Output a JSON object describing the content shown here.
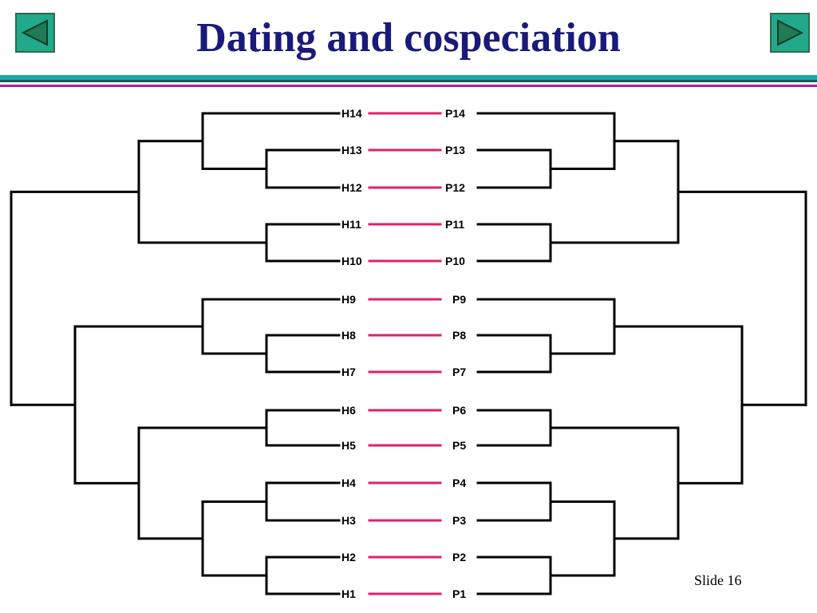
{
  "title": "Dating and cospeciation",
  "slide_label": "Slide 16",
  "nav": {
    "prev_icon": "triangle-left-icon",
    "next_icon": "triangle-right-icon"
  },
  "colors": {
    "title": "#1a1a7a",
    "rule_teal": "#1aa7a7",
    "rule_dark": "#145a5a",
    "rule_magenta": "#b0209a",
    "link": "#e0206a",
    "tree": "#000000",
    "button_fill": "#22a88a"
  },
  "hosts": [
    "H14",
    "H13",
    "H12",
    "H11",
    "H10",
    "H9",
    "H8",
    "H7",
    "H6",
    "H5",
    "H4",
    "H3",
    "H2",
    "H1"
  ],
  "parasites": [
    "P14",
    "P13",
    "P12",
    "P11",
    "P10",
    "P9",
    "P8",
    "P7",
    "P6",
    "P5",
    "P4",
    "P3",
    "P2",
    "P1"
  ],
  "host_tree": [
    "H14",
    [
      "H13",
      "H12"
    ],
    [
      "H11",
      "H10"
    ],
    "H9",
    [
      "H8",
      "H7"
    ],
    [
      "H6",
      "H5"
    ],
    [
      "H4",
      "H3"
    ],
    [
      "H2",
      "H1"
    ]
  ],
  "parasite_tree": [
    "P14",
    [
      "P13",
      "P12"
    ],
    [
      "P11",
      "P10"
    ],
    "P9",
    [
      "P8",
      "P7"
    ],
    [
      "P6",
      "P5"
    ],
    [
      "P4",
      "P3"
    ],
    [
      "P2",
      "P1"
    ]
  ]
}
